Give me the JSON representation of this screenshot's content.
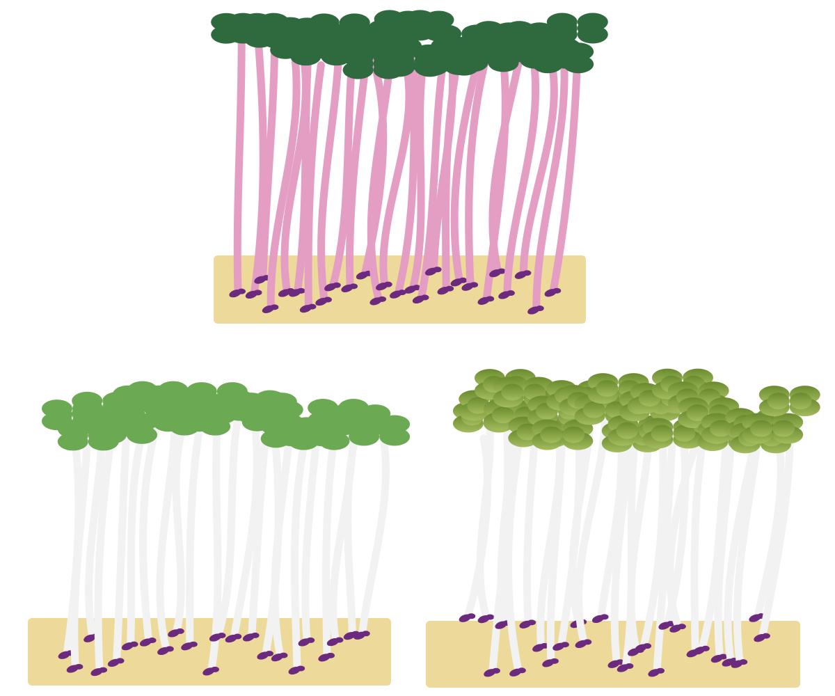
{
  "colors": {
    "background": "#FFFFFF",
    "tray": "#EDD99A",
    "seed": "#6B2A7E",
    "pink_stem": "#E49EC4",
    "dark_leaf": "#2E6A3E",
    "white_stem": "#F2F2F2",
    "light_leaf": "#6BAA52",
    "olive_leaf_top": "#6A8A2E",
    "olive_leaf_bottom": "#A3BC5E"
  },
  "groups": [
    {
      "id": "pink-stem-dark-leaf",
      "stem": "pink_stem",
      "leaf": "dark_leaf",
      "sprouts": 26
    },
    {
      "id": "white-stem-light-leaf",
      "stem": "white_stem",
      "leaf": "light_leaf",
      "sprouts": 22
    },
    {
      "id": "white-stem-olive-leaf",
      "stem": "white_stem",
      "leaf": "olive",
      "sprouts": 26
    }
  ]
}
